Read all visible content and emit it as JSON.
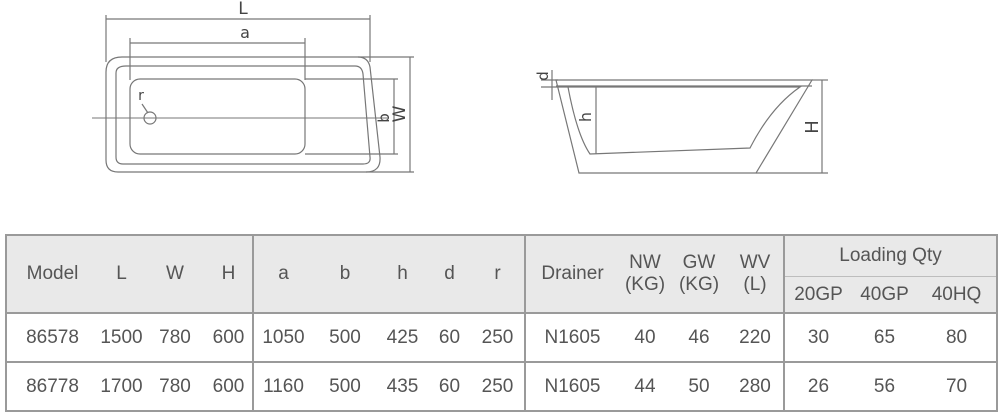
{
  "diagram": {
    "top_view": {
      "L": "L",
      "a": "a",
      "r": "r",
      "b": "b",
      "W": "W"
    },
    "side_view": {
      "d": "d",
      "h": "h",
      "H": "H"
    }
  },
  "table": {
    "headers": {
      "model": "Model",
      "L": "L",
      "W": "W",
      "H": "H",
      "a": "a",
      "b": "b",
      "h": "h",
      "d": "d",
      "r": "r",
      "drainer": "Drainer",
      "nw_line1": "NW",
      "nw_line2": "(KG)",
      "gw_line1": "GW",
      "gw_line2": "(KG)",
      "wv_line1": "WV",
      "wv_line2": "(L)",
      "loading_qty": "Loading Qty",
      "q20gp": "20GP",
      "q40gp": "40GP",
      "q40hq": "40HQ"
    },
    "rows": [
      {
        "model": "86578",
        "L": "1500",
        "W": "780",
        "H": "600",
        "a": "1050",
        "b": "500",
        "h": "425",
        "d": "60",
        "r": "250",
        "drainer": "N1605",
        "nw": "40",
        "gw": "46",
        "wv": "220",
        "q20gp": "30",
        "q40gp": "65",
        "q40hq": "80"
      },
      {
        "model": "86778",
        "L": "1700",
        "W": "780",
        "H": "600",
        "a": "1160",
        "b": "500",
        "h": "435",
        "d": "60",
        "r": "250",
        "drainer": "N1605",
        "nw": "44",
        "gw": "50",
        "wv": "280",
        "q20gp": "26",
        "q40gp": "56",
        "q40hq": "70"
      }
    ]
  }
}
